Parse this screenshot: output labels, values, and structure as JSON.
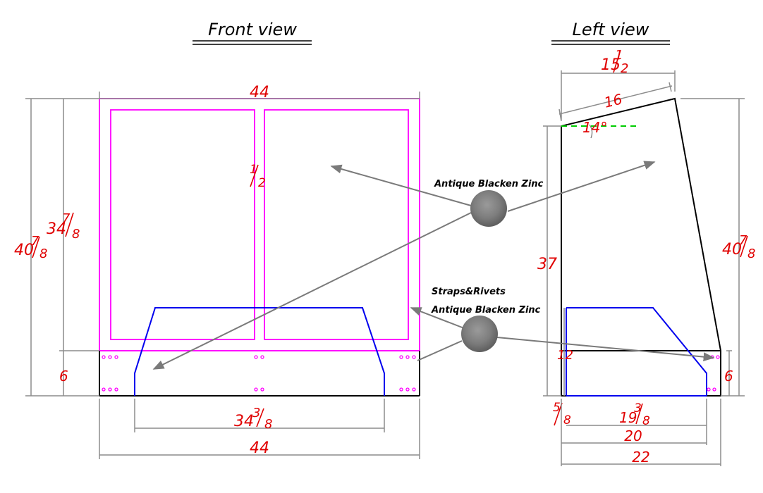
{
  "views": {
    "front_title": "Front view",
    "left_title": "Left view"
  },
  "front": {
    "width_top": "44",
    "width_bottom": "44",
    "inner_width_whole": "34",
    "inner_width_frac_num": "3",
    "inner_width_frac_den": "8",
    "height_total_whole": "40",
    "height_total_num": "7",
    "height_total_den": "8",
    "height_upper_whole": "34",
    "height_upper_num": "7",
    "height_upper_den": "8",
    "base_height": "6",
    "gap_num": "1",
    "gap_den": "2"
  },
  "left": {
    "top_width_whole": "15",
    "top_width_num": "1",
    "top_width_den": "2",
    "slope_length": "16",
    "angle": "14°",
    "front_height": "37",
    "back_height_whole": "40",
    "back_height_num": "7",
    "back_height_den": "8",
    "base_height": "6",
    "inner_height": "12",
    "offset_num": "5",
    "offset_den": "8",
    "inner_depth_whole": "19",
    "inner_depth_num": "3",
    "inner_depth_den": "8",
    "depth_20": "20",
    "depth_22": "22"
  },
  "notes": {
    "finish_top": "Antique Blacken Zinc",
    "straps_line1": "Straps&Rivets",
    "straps_line2": "Antique Blacken Zinc"
  },
  "colors": {
    "dimension_text": "#e00000",
    "frame_pink": "#ff00ff",
    "strap_blue": "#0000ee",
    "outline_black": "#000000",
    "swatch_gray": "#7d7d7d"
  }
}
